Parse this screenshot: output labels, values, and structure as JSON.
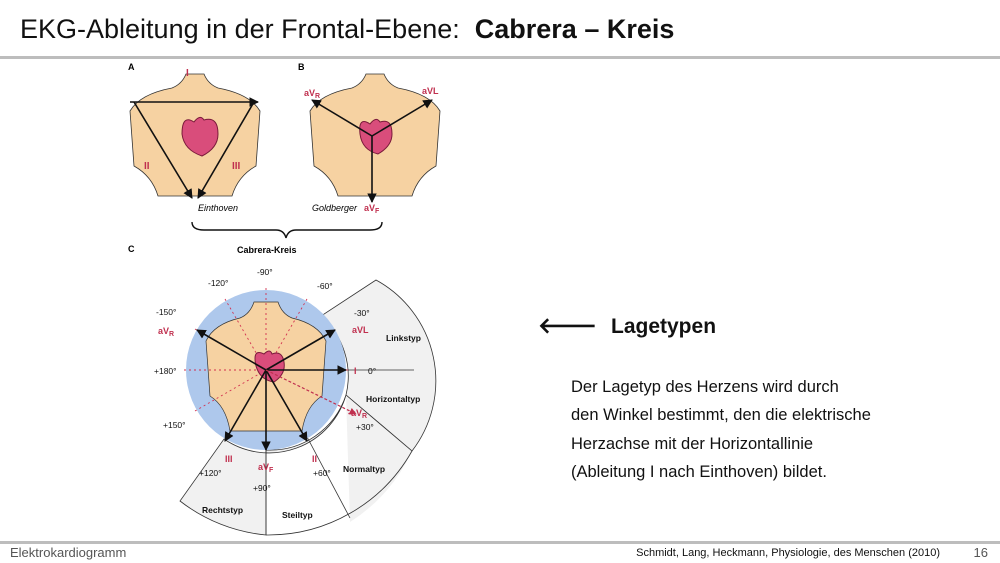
{
  "title": {
    "normal": "EKG-Ableitung in der Frontal-Ebene:",
    "bold": "Cabrera – Kreis"
  },
  "figure": {
    "panel_a": "A",
    "panel_b": "B",
    "panel_c": "C",
    "einthoven": "Einthoven",
    "goldberger": "Goldberger",
    "cabrera_title": "Cabrera-Kreis",
    "lead_I": "I",
    "lead_II": "II",
    "lead_III": "III",
    "avr": "aV",
    "avr_sub": "R",
    "avl": "aVL",
    "avf": "aV",
    "avf_sub": "F",
    "neg_avr": "-aV",
    "neg_avr_sub": "R",
    "angles": {
      "m90": "-90°",
      "m120": "-120°",
      "m60": "-60°",
      "m150": "-150°",
      "m30": "-30°",
      "p180": "+180°",
      "zero": "0°",
      "p150": "+150°",
      "p30": "+30°",
      "p120": "+120°",
      "p90": "+90°",
      "p60": "+60°"
    },
    "sectors": {
      "linkstyp": "Linkstyp",
      "horizontaltyp": "Horizontaltyp",
      "normaltyp": "Normaltyp",
      "steiltyp": "Steiltyp",
      "rechtstyp": "Rechtstyp"
    },
    "colors": {
      "lead_label": "#c0304f",
      "circle": "#aec8ec",
      "skin": "#f6d2a2",
      "heart": "#d94d7b",
      "sector_fill": "#f1f1f1"
    }
  },
  "content": {
    "arrow": "🡐",
    "heading": "Lagetypen",
    "lines": [
      "Der Lagetyp des Herzens wird durch",
      "den Winkel bestimmt, den die elektrische",
      "Herzachse mit der Horizontallinie",
      "(Ableitung I nach Einthoven) bildet."
    ]
  },
  "footer": {
    "left": "Elektrokardiogramm",
    "right": "Schmidt, Lang, Heckmann, Physiologie, des Menschen (2010)",
    "page": "16"
  }
}
